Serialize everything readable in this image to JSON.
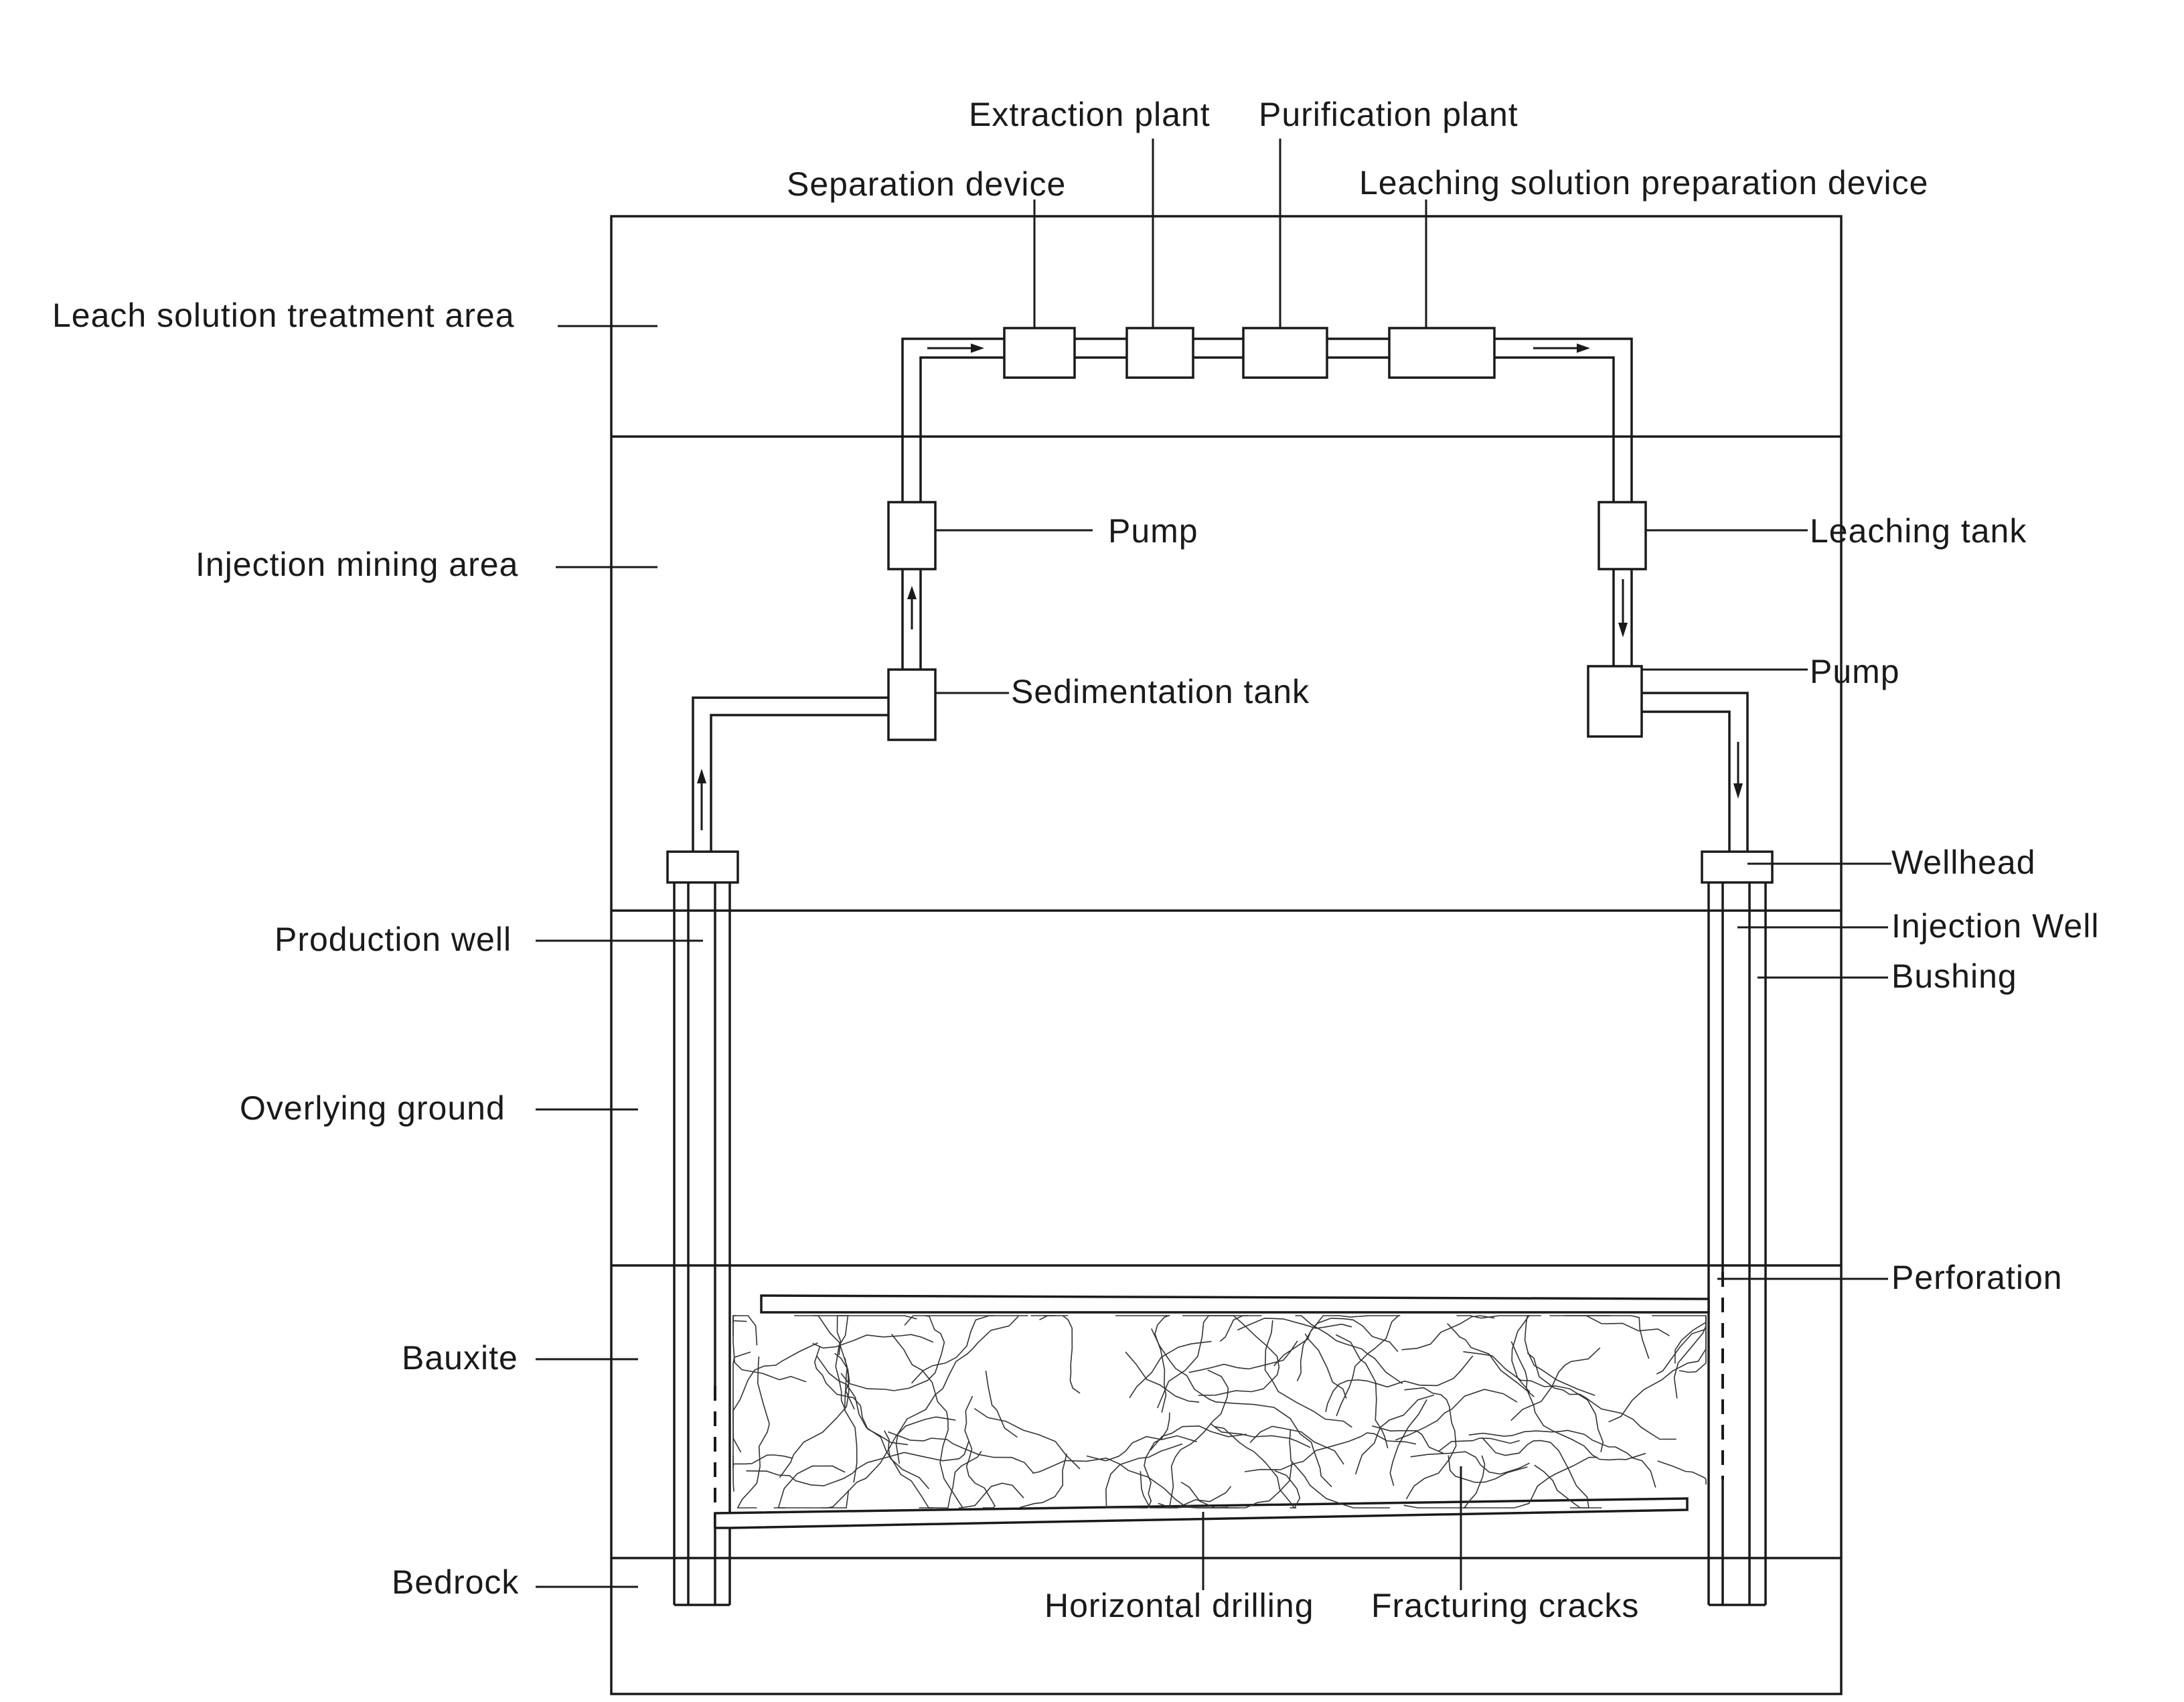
{
  "labels": {
    "extraction_plant": "Extraction plant",
    "purification_plant": "Purification plant",
    "separation_device": "Separation device",
    "leaching_solution_preparation_device": "Leaching solution preparation device",
    "leach_solution_treatment_area": "Leach solution treatment area",
    "injection_mining_area": "Injection mining area",
    "pump_left": "Pump",
    "leaching_tank": "Leaching tank",
    "pump_right": "Pump",
    "sedimentation_tank": "Sedimentation tank",
    "wellhead": "Wellhead",
    "production_well": "Production well",
    "injection_well": "Injection Well",
    "bushing": "Bushing",
    "overlying_ground": "Overlying ground",
    "perforation": "Perforation",
    "bauxite": "Bauxite",
    "bedrock": "Bedrock",
    "horizontal_drilling": "Horizontal drilling",
    "fracturing_cracks": "Fracturing cracks"
  }
}
